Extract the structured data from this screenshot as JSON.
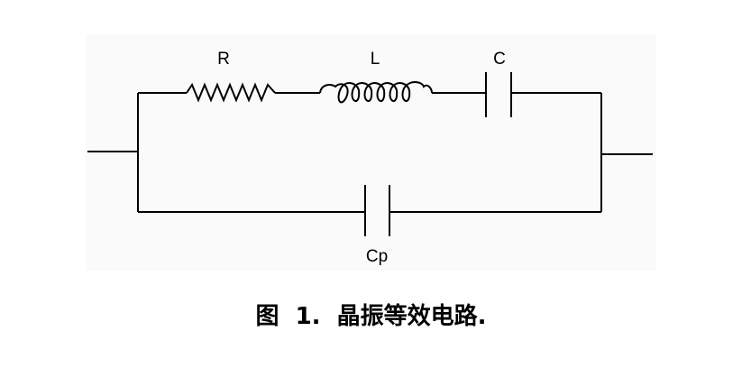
{
  "figure": {
    "labels": {
      "resistor": "R",
      "inductor": "L",
      "capacitor": "C",
      "parallel_capacitor": "Cp"
    },
    "caption": "图  1.  晶振等效电路."
  }
}
